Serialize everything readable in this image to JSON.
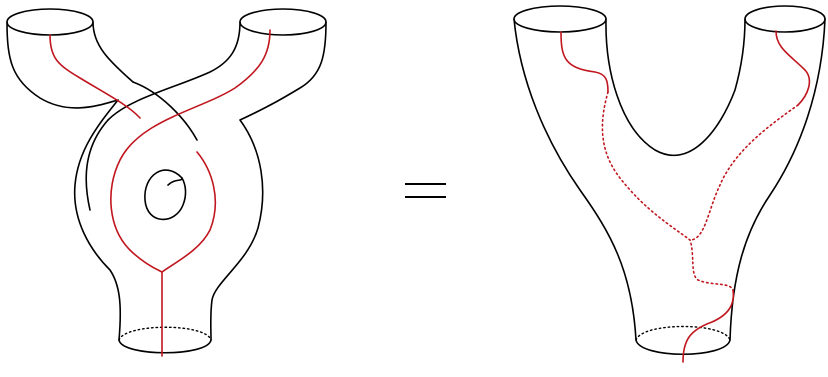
{
  "figure": {
    "panels": [
      {
        "name": "twisted-pair-of-pants",
        "strand_style": "solid"
      },
      {
        "name": "untwisted-pair-of-pants",
        "strand_style": "solid-and-dotted"
      }
    ],
    "relation_symbol": "equals-sign",
    "colors": {
      "outline": "#000000",
      "strand": "#c0161e",
      "background": "#ffffff"
    }
  }
}
